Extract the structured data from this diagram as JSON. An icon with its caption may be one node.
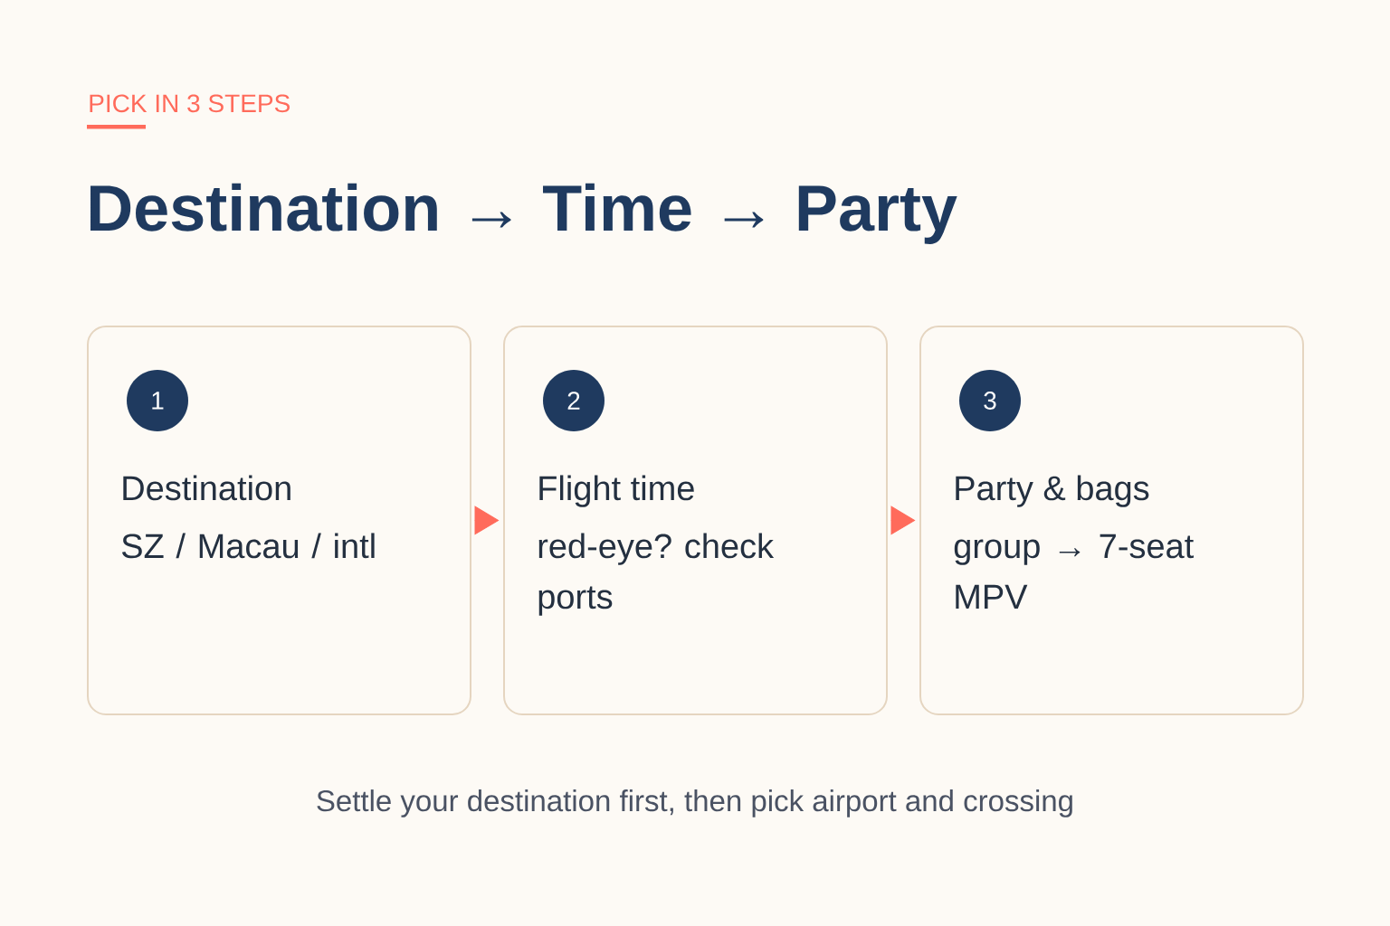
{
  "diagram": {
    "title": "Destination → Time → Party",
    "caption": "Settle your destination first, then pick airport and crossing",
    "nodes": [
      {
        "text": [
          "Destination",
          "SZ / Macau / intl"
        ]
      },
      {
        "text": [
          "1"
        ],
        "in": 0
      },
      {
        "text": [
          "Flight time",
          "red-eye? check ports"
        ]
      },
      {
        "text": [
          "2"
        ],
        "in": 2
      },
      {
        "text": [
          "Party & bags",
          "group → 7-seat MPV"
        ]
      },
      {
        "text": [
          "3"
        ],
        "in": 4
      }
    ],
    "edges": [
      {
        "from": 0,
        "to": 2,
        "arrow": "to"
      },
      {
        "from": 2,
        "to": 4,
        "arrow": "to"
      }
    ],
    "labels": [
      "PICK IN 3 STEPS"
    ]
  }
}
